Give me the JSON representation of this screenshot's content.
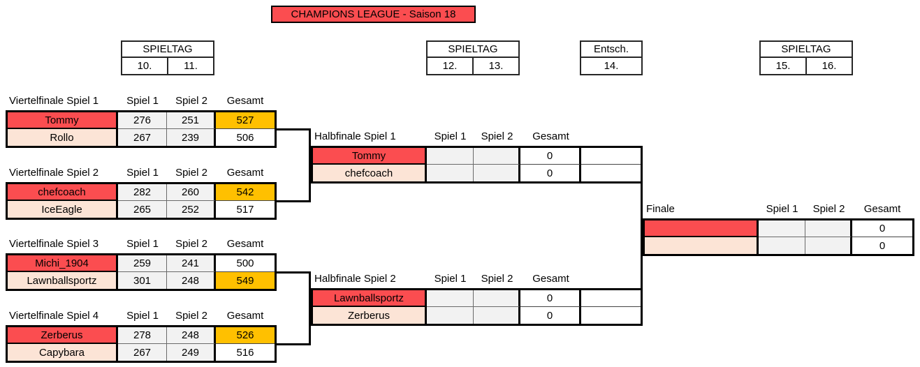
{
  "title": "CHAMPIONS LEAGUE - Saison 18",
  "colors": {
    "winner_red": "#fb4d50",
    "loser_peach": "#fce4d6",
    "total_gold": "#ffc000",
    "score_gray": "#f2f2f2"
  },
  "labels": {
    "spiel1": "Spiel 1",
    "spiel2": "Spiel 2",
    "gesamt": "Gesamt"
  },
  "matchday_boxes": [
    {
      "label": "SPIELTAG",
      "cells": [
        "10.",
        "11."
      ]
    },
    {
      "label": "SPIELTAG",
      "cells": [
        "12.",
        "13."
      ]
    },
    {
      "label": "Entsch.",
      "cells": [
        "14."
      ]
    },
    {
      "label": "SPIELTAG",
      "cells": [
        "15.",
        "16."
      ]
    }
  ],
  "quarterfinals": [
    {
      "title": "Viertelfinale Spiel 1",
      "rows": [
        {
          "name": "Tommy",
          "spiel1": "276",
          "spiel2": "251",
          "gesamt": "527",
          "winner": true
        },
        {
          "name": "Rollo",
          "spiel1": "267",
          "spiel2": "239",
          "gesamt": "506",
          "winner": false
        }
      ]
    },
    {
      "title": "Viertelfinale Spiel 2",
      "rows": [
        {
          "name": "chefcoach",
          "spiel1": "282",
          "spiel2": "260",
          "gesamt": "542",
          "winner": true
        },
        {
          "name": "IceEagle",
          "spiel1": "265",
          "spiel2": "252",
          "gesamt": "517",
          "winner": false
        }
      ]
    },
    {
      "title": "Viertelfinale Spiel 3",
      "rows": [
        {
          "name": "Michi_1904",
          "spiel1": "259",
          "spiel2": "241",
          "gesamt": "500",
          "winner": false
        },
        {
          "name": "Lawnballsportz",
          "spiel1": "301",
          "spiel2": "248",
          "gesamt": "549",
          "winner": true
        }
      ]
    },
    {
      "title": "Viertelfinale Spiel 4",
      "rows": [
        {
          "name": "Zerberus",
          "spiel1": "278",
          "spiel2": "248",
          "gesamt": "526",
          "winner": true
        },
        {
          "name": "Capybara",
          "spiel1": "267",
          "spiel2": "249",
          "gesamt": "516",
          "winner": false
        }
      ]
    }
  ],
  "semifinals": [
    {
      "title": "Halbfinale Spiel 1",
      "rows": [
        {
          "name": "Tommy",
          "spiel1": "",
          "spiel2": "",
          "gesamt": "0",
          "extra": "",
          "winner": false
        },
        {
          "name": "chefcoach",
          "spiel1": "",
          "spiel2": "",
          "gesamt": "0",
          "extra": "",
          "winner": false
        }
      ]
    },
    {
      "title": "Halbfinale Spiel 2",
      "rows": [
        {
          "name": "Lawnballsportz",
          "spiel1": "",
          "spiel2": "",
          "gesamt": "0",
          "extra": "",
          "winner": false
        },
        {
          "name": "Zerberus",
          "spiel1": "",
          "spiel2": "",
          "gesamt": "0",
          "extra": "",
          "winner": false
        }
      ]
    }
  ],
  "final": {
    "title": "Finale",
    "rows": [
      {
        "name": "",
        "spiel1": "",
        "spiel2": "",
        "gesamt": "0",
        "winner": false
      },
      {
        "name": "",
        "spiel1": "",
        "spiel2": "",
        "gesamt": "0",
        "winner": false
      }
    ]
  }
}
